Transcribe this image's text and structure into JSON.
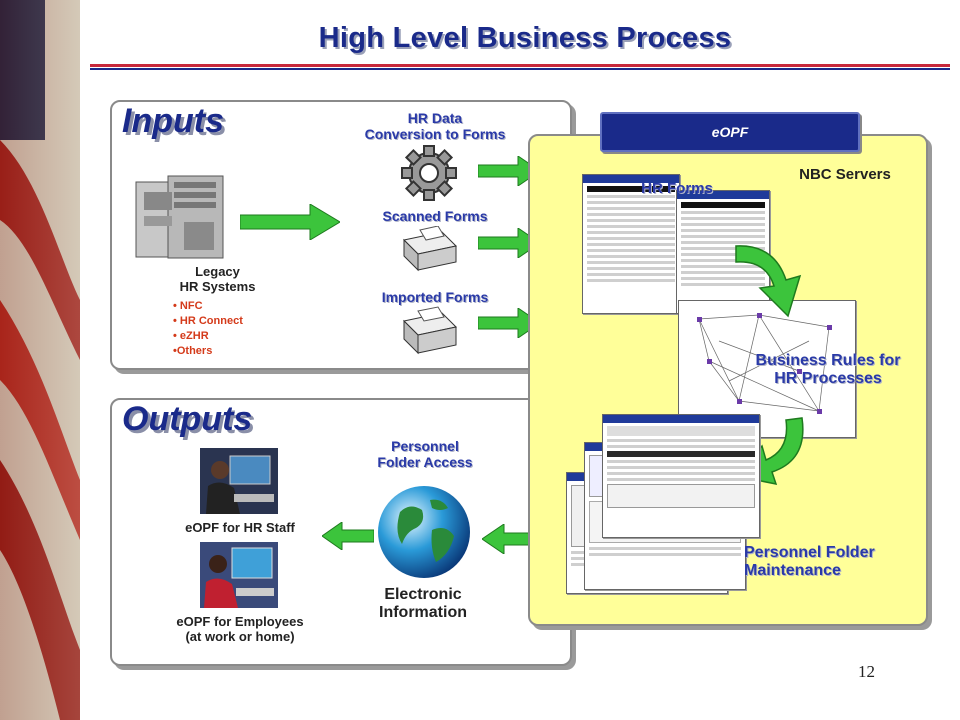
{
  "title": "High Level Business Process",
  "page_number": "12",
  "inputs": {
    "heading": "Inputs",
    "hr_data_label": "HR Data\nConversion to Forms",
    "scanned_label": "Scanned Forms",
    "imported_label": "Imported Forms",
    "legacy_label": "Legacy\nHR Systems",
    "legacy_items": [
      "• NFC",
      "• HR Connect",
      "• eZHR",
      "•Others"
    ]
  },
  "outputs": {
    "heading": "Outputs",
    "folder_access_label": "Personnel\nFolder Access",
    "electronic_label": "Electronic\nInformation",
    "hr_staff_label": "eOPF for HR Staff",
    "employees_label": "eOPF for Employees\n(at work or home)"
  },
  "eopf": {
    "tab_label": "eOPF",
    "servers_label": "NBC Servers",
    "hr_forms_label": "HR Forms",
    "business_rules_label": "Business Rules for\nHR Processes",
    "maintenance_label": "Personnel Folder\nMaintenance"
  },
  "colors": {
    "title_blue": "#1a2a8a",
    "accent_red": "#c8283a",
    "panel_yellow": "#ffff99",
    "arrow_green": "#3cc43c"
  }
}
